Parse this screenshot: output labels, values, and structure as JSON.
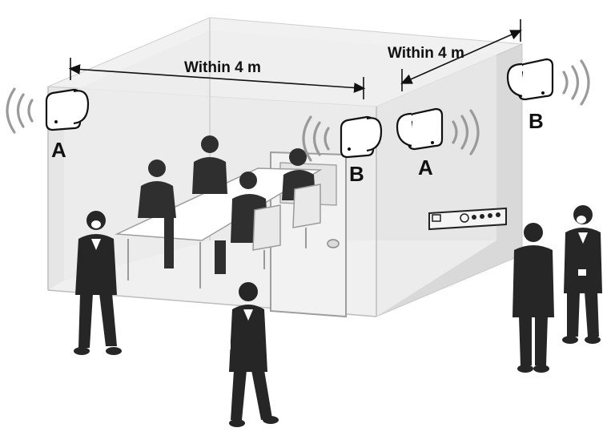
{
  "dimensions": {
    "front": "Within 4 m",
    "side": "Within 4 m"
  },
  "speakers": [
    {
      "label": "A"
    },
    {
      "label": "B"
    },
    {
      "label": "A"
    },
    {
      "label": "B"
    }
  ],
  "colors": {
    "room_fill": "#e4e4e4",
    "room_side": "#d6d6d6",
    "room_top": "#f1f1f1",
    "figure": "#2f2f2f",
    "wave": "#9a9a9a",
    "line": "#111111"
  }
}
